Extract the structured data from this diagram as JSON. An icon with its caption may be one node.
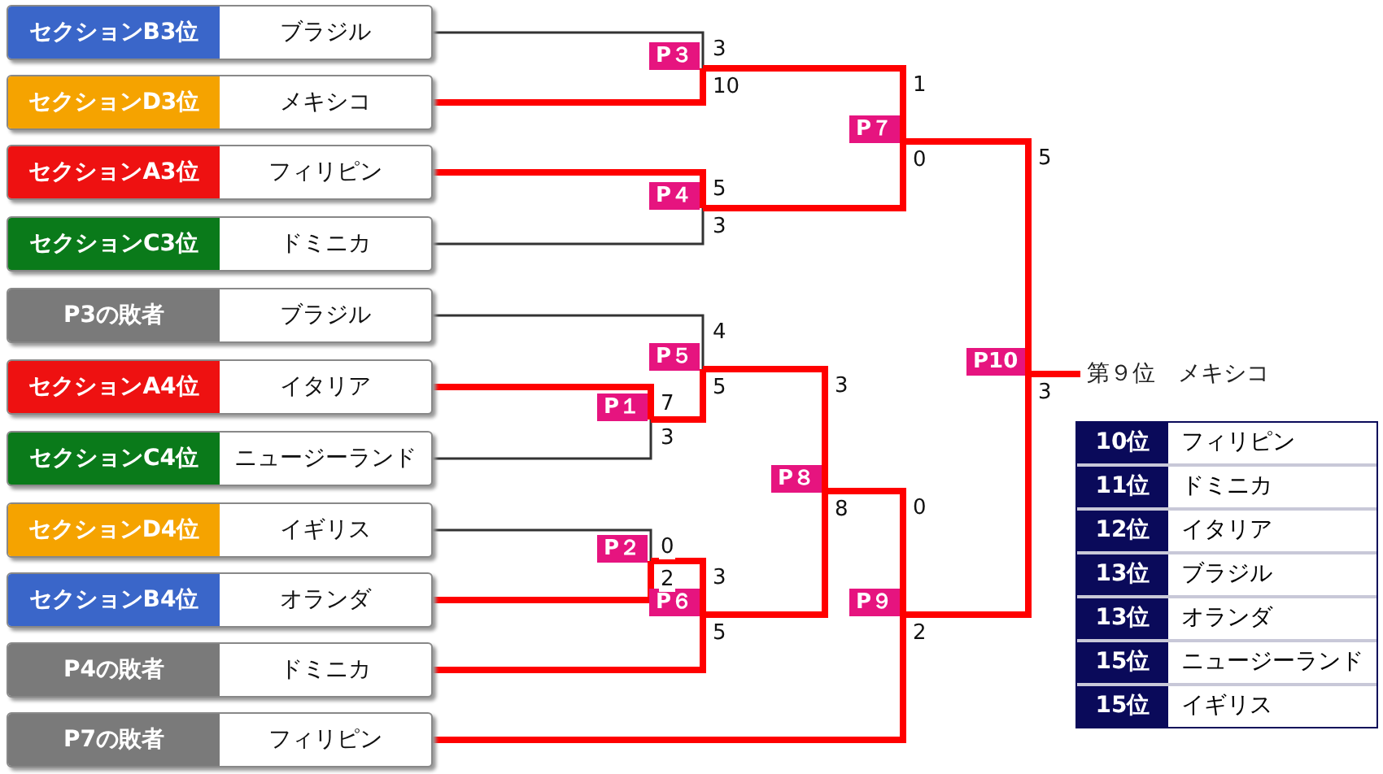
{
  "diagram": {
    "nodes": [
      {
        "text": [
          "セクションB3位",
          "ブラジル"
        ]
      },
      {
        "text": [
          "セクションD3位",
          "メキシコ"
        ]
      },
      {
        "text": [
          "セクションA3位",
          "フィリピン"
        ]
      },
      {
        "text": [
          "セクションC3位",
          "ドミニカ"
        ]
      },
      {
        "text": [
          "P3の敗者",
          "ブラジル"
        ]
      },
      {
        "text": [
          "セクションA4位",
          "イタリア"
        ]
      },
      {
        "text": [
          "セクションC4位",
          "ニュージーランド"
        ]
      },
      {
        "text": [
          "セクションD4位",
          "イギリス"
        ]
      },
      {
        "text": [
          "セクションB4位",
          "オランダ"
        ]
      },
      {
        "text": [
          "P4の敗者",
          "ドミニカ"
        ]
      },
      {
        "text": [
          "P7の敗者",
          "フィリピン"
        ]
      },
      {
        "text": [
          "P１"
        ]
      },
      {
        "text": [
          "P２"
        ]
      },
      {
        "text": [
          "P３"
        ]
      },
      {
        "text": [
          "P４"
        ]
      },
      {
        "text": [
          "P５"
        ]
      },
      {
        "text": [
          "P６"
        ]
      },
      {
        "text": [
          "P７"
        ]
      },
      {
        "text": [
          "P８"
        ]
      },
      {
        "text": [
          "P９"
        ]
      },
      {
        "text": [
          "P10"
        ]
      },
      {
        "text": [
          "第９位　メキシコ"
        ]
      }
    ],
    "edges": [
      {
        "from": 0,
        "to": 13,
        "arrow": "none",
        "label": "3",
        "color": "#333333"
      },
      {
        "from": 1,
        "to": 13,
        "arrow": "none",
        "label": "10"
      },
      {
        "from": 2,
        "to": 14,
        "arrow": "none",
        "label": "5"
      },
      {
        "from": 3,
        "to": 14,
        "arrow": "none",
        "label": "3",
        "color": "#333333"
      },
      {
        "from": 13,
        "to": 17,
        "arrow": "none",
        "label": "1"
      },
      {
        "from": 14,
        "to": 17,
        "arrow": "none",
        "label": "0"
      },
      {
        "from": 4,
        "to": 15,
        "arrow": "none",
        "label": "4",
        "color": "#333333"
      },
      {
        "from": 5,
        "to": 11,
        "arrow": "none",
        "label": "7"
      },
      {
        "from": 6,
        "to": 11,
        "arrow": "none",
        "label": "3",
        "color": "#333333"
      },
      {
        "from": 11,
        "to": 15,
        "arrow": "none",
        "label": "5"
      },
      {
        "from": 7,
        "to": 12,
        "arrow": "none",
        "label": "0",
        "color": "#333333"
      },
      {
        "from": 8,
        "to": 12,
        "arrow": "none",
        "label": "2"
      },
      {
        "from": 12,
        "to": 16,
        "arrow": "none",
        "label": "3"
      },
      {
        "from": 9,
        "to": 16,
        "arrow": "none",
        "label": "5"
      },
      {
        "from": 15,
        "to": 18,
        "arrow": "none",
        "label": "3"
      },
      {
        "from": 16,
        "to": 18,
        "arrow": "none",
        "label": "8"
      },
      {
        "from": 18,
        "to": 19,
        "arrow": "none",
        "label": "0"
      },
      {
        "from": 10,
        "to": 19,
        "arrow": "none",
        "label": "2"
      },
      {
        "from": 17,
        "to": 20,
        "arrow": "none",
        "label": "5"
      },
      {
        "from": 19,
        "to": 20,
        "arrow": "none",
        "label": "3"
      },
      {
        "from": 20,
        "to": 21,
        "arrow": "none"
      }
    ],
    "labels": [
      "10位",
      "フィリピン",
      "11位",
      "ドミニカ",
      "12位",
      "イタリア",
      "13位",
      "ブラジル",
      "13位",
      "オランダ",
      "15位",
      "ニュージーランド",
      "15位",
      "イギリス"
    ]
  }
}
